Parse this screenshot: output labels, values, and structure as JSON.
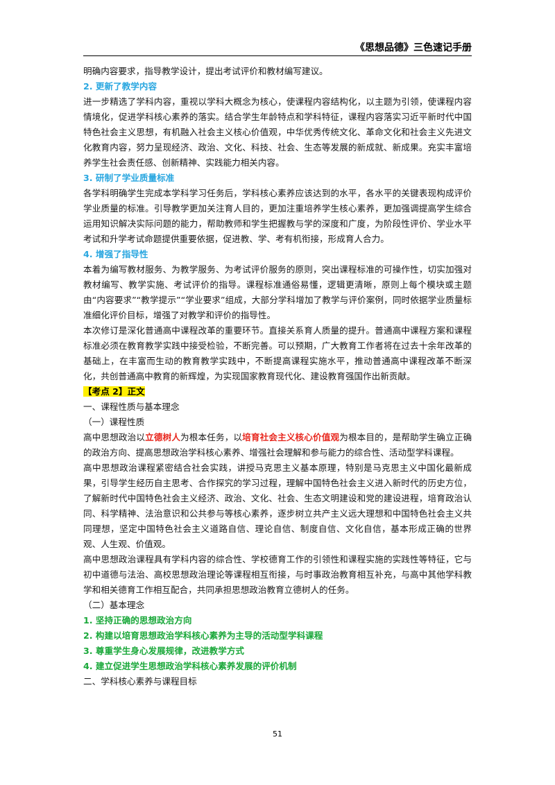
{
  "header": {
    "title": "《思想品德》三色速记手册"
  },
  "blocks": {
    "p0": "明确内容要求，指导教学设计，提出考试评价和教材编写建议。",
    "h2": "2. 更新了教学内容",
    "p1": "进一步精选了学科内容，重视以学科大概念为核心，使课程内容结构化，以主题为引领，使课程内容情境化，促进学科核心素养的落实。结合学生年龄特点和学科特征，课程内容落实习近平新时代中国特色社会主义思想，有机融入社会主义核心价值观，中华优秀传统文化、革命文化和社会主义先进文化教育内容，努力呈现经济、政治、文化、科技、社会、生态等发展的新成就、新成果。充实丰富培养学生社会责任感、创新精神、实践能力相关内容。",
    "h3": "3. 研制了学业质量标准",
    "p2": "各学科明确学生完成本学科学习任务后，学科核心素养应该达到的水平，各水平的关键表现构成评价学业质量的标准。引导教学更加关注育人目的，更加注重培养学生核心素养，更加强调提高学生综合运用知识解决实际问题的能力，帮助教师和学生把握教与学的深度和广度，为阶段性评价、学业水平考试和升学考试命题提供重要依据，促进教、学、考有机衔接，形成育人合力。",
    "h4": "4. 增强了指导性",
    "p3": "本着为编写教材服务、为教学服务、为考试评价服务的原则，突出课程标准的可操作性，切实加强对教材编写、教学实施、考试评价的指导。课程标准通俗易懂，逻辑更清晰，原则上每个模块或主题由“内容要求”“教学提示”“学业要求”组成，大部分学科增加了教学与评价案例，同时依据学业质量标准细化评价目标，增强了对教学和评价的指导性。",
    "p4": "本次修订是深化普通高中课程改革的重要环节。直接关系育人质量的提升。普通高中课程方案和课程标准必须在教育教学实践中接受检验，不断完善。可以预期，广大教育工作者将在过去十余年改革的基础上，在丰富而生动的教育教学实践中，不断提高课程实施水平，推动普通高中课程改革不断深化，共创普通高中教育的新辉煌，为实现国家教育现代化、建设教育强国作出新贡献。",
    "kd": "【考点 2】正文",
    "s1": "一、课程性质与基本理念",
    "s1a": "（一）课程性质",
    "p5_a": "高中思想政治以",
    "p5_b": "立德树人",
    "p5_c": "为根本任务，以",
    "p5_d": "培育社会主义核心价值观",
    "p5_e": "为根本目的，是帮助学生确立正确的政治方向、提高思想政治学科核心素养、增强社会理解和参与能力的综合性、活动型学科课程。",
    "p6": "高中思想政治课程紧密结合社会实践，讲授马克思主义基本原理，特别是马克思主义中国化最新成果，引导学生经历自主思考、合作探究的学习过程，理解中国特色社会主义进入新时代的历史方位，了解新时代中国特色社会主义经济、政治、文化、社会、生态文明建设和党的建设进程，培育政治认同、科学精神、法治意识和公共参与等核心素养，逐步树立共产主义远大理想和中国特色社会主义共同理想，坚定中国特色社会主义道路自信、理论自信、制度自信、文化自信，基本形成正确的世界观、人生观、价值观。",
    "p7": "高中思想政治课程具有学科内容的综合性、学校德育工作的引领性和课程实施的实践性等特征，它与初中道德与法治、高校思想政治理论等课程相互衔接，与时事政治教育相互补充，与高中其他学科教学和相关德育工作相互配合，共同承担思想政治教育立德树人的任务。",
    "s1b": "（二）基本理念",
    "g1": "1. 坚持正确的思想政治方向",
    "g2": "2. 构建以培育思想政治学科核心素养为主导的活动型学科课程",
    "g3": "3. 尊重学生身心发展规律，改进教学方式",
    "g4": "4. 建立促进学生思想政治学科核心素养发展的评价机制",
    "s2": "二、学科核心素养与课程目标"
  },
  "footer": {
    "page_number": "51"
  },
  "colors": {
    "heading_blue": "#2aa7e0",
    "heading_green": "#1aa83a",
    "highlight_yellow": "#ffef00",
    "emphasis_red": "#e8281f"
  }
}
